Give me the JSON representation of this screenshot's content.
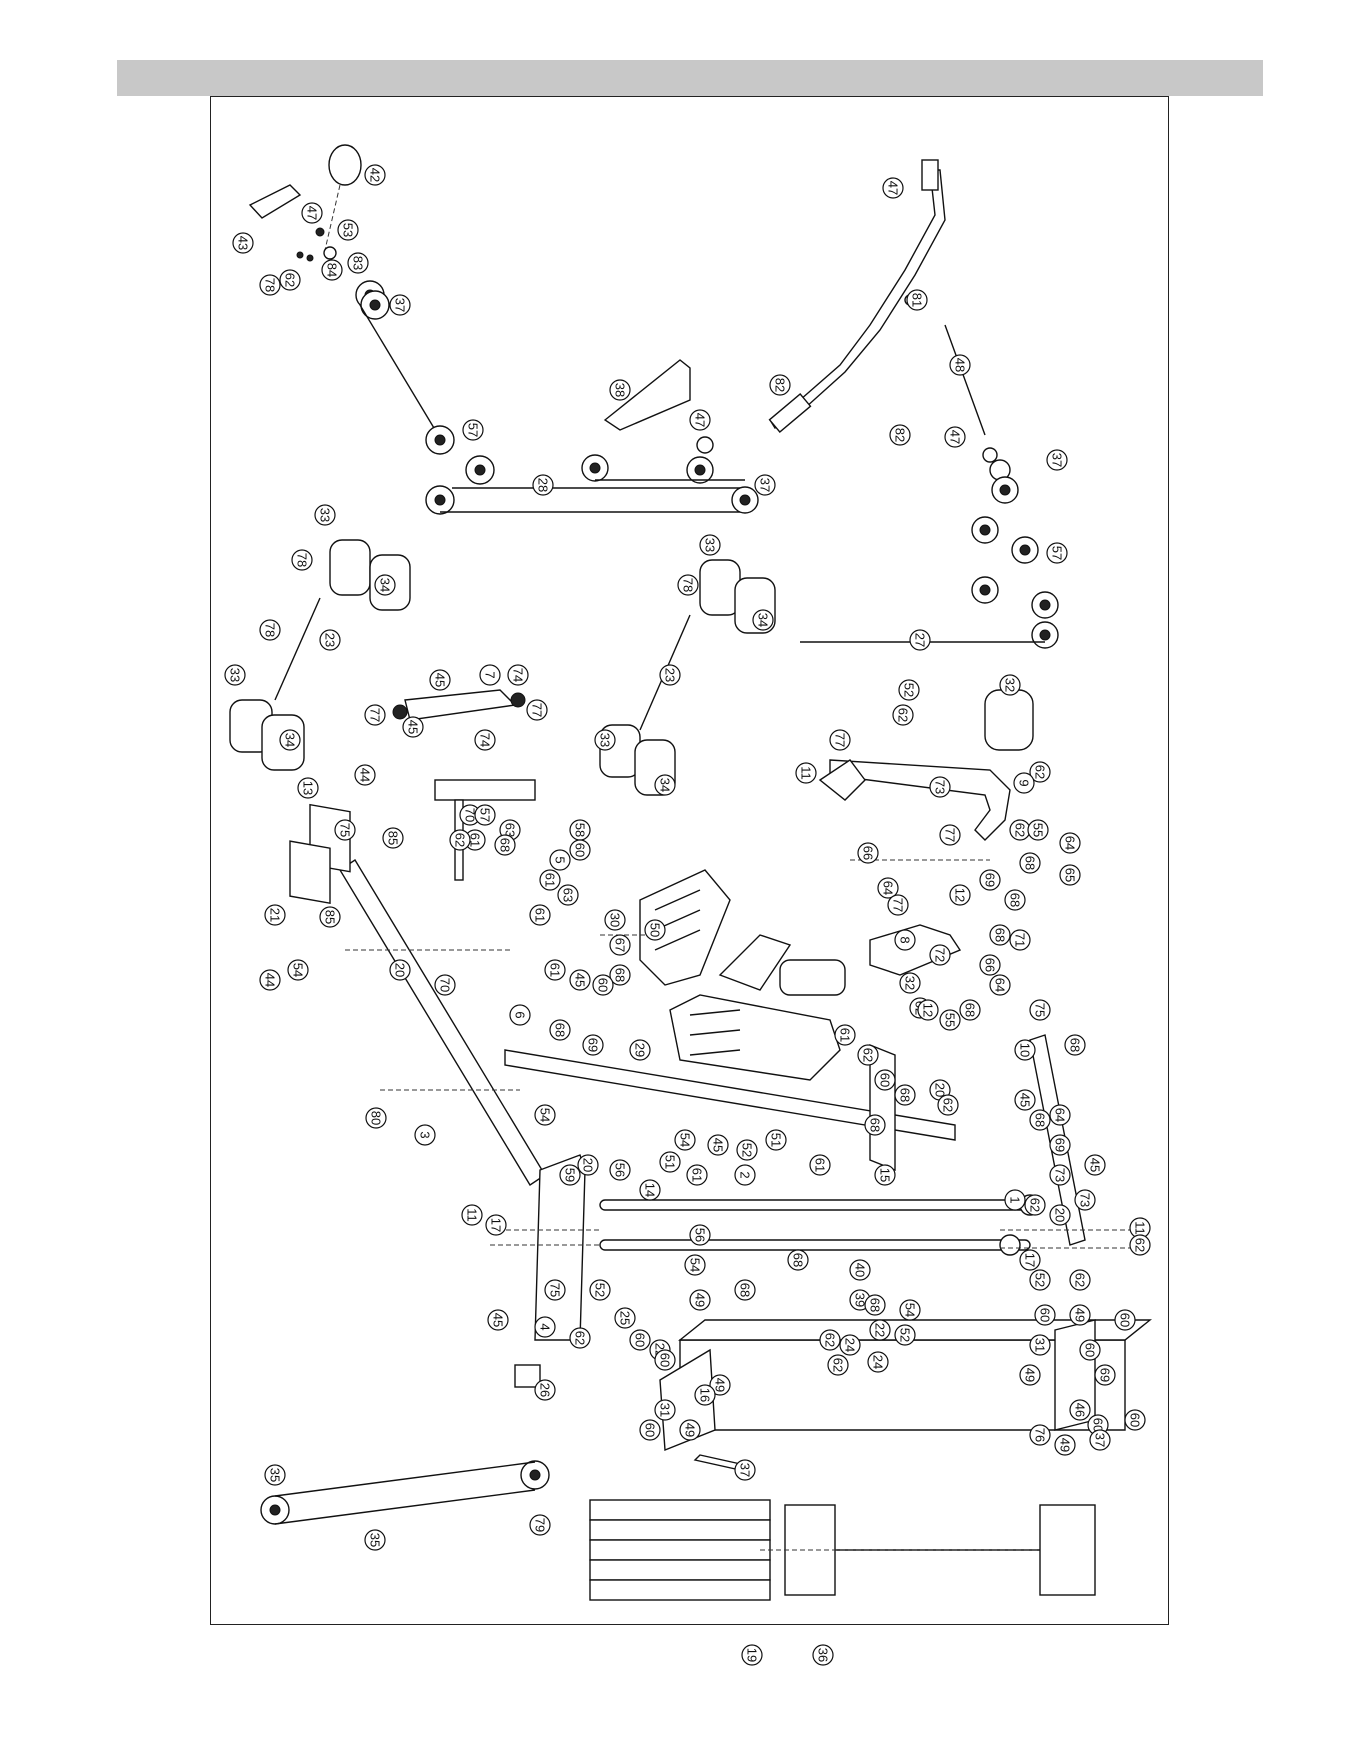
{
  "callouts": [
    "42",
    "43",
    "47",
    "53",
    "83",
    "84",
    "62",
    "78",
    "37",
    "57",
    "38",
    "47",
    "37",
    "28",
    "82",
    "47",
    "81",
    "48",
    "82",
    "47",
    "57",
    "37",
    "27",
    "33",
    "78",
    "34",
    "23",
    "78",
    "33",
    "34",
    "33",
    "78",
    "23",
    "33",
    "34",
    "34",
    "45",
    "7",
    "74",
    "77",
    "77",
    "45",
    "74",
    "32",
    "52",
    "62",
    "62",
    "77",
    "11",
    "9",
    "73",
    "62",
    "55",
    "77",
    "13",
    "44",
    "21",
    "75",
    "85",
    "85",
    "44",
    "54",
    "20",
    "70",
    "57",
    "61",
    "63",
    "58",
    "62",
    "68",
    "60",
    "5",
    "61",
    "63",
    "61",
    "30",
    "50",
    "67",
    "68",
    "61",
    "60",
    "66",
    "64",
    "68",
    "65",
    "64",
    "69",
    "68",
    "77",
    "12",
    "8",
    "68",
    "71",
    "72",
    "66",
    "64",
    "68",
    "62",
    "55",
    "10",
    "32",
    "12",
    "75",
    "45",
    "6",
    "68",
    "69",
    "61",
    "29",
    "62",
    "60",
    "70",
    "80",
    "3",
    "54",
    "20",
    "56",
    "59",
    "68",
    "20",
    "62",
    "45",
    "68",
    "68",
    "64",
    "69",
    "73",
    "45",
    "73",
    "1",
    "20",
    "54",
    "45",
    "52",
    "51",
    "61",
    "2",
    "61",
    "15",
    "51",
    "68",
    "14",
    "56",
    "62",
    "54",
    "17",
    "11",
    "17",
    "11",
    "52",
    "62",
    "62",
    "45",
    "75",
    "52",
    "4",
    "25",
    "62",
    "68",
    "68",
    "40",
    "39",
    "62",
    "68",
    "22",
    "24",
    "62",
    "54",
    "24",
    "52",
    "22",
    "60",
    "49",
    "60",
    "49",
    "16",
    "31",
    "60",
    "49",
    "60",
    "49",
    "60",
    "49",
    "60",
    "31",
    "69",
    "60",
    "49",
    "60",
    "76",
    "46",
    "37",
    "26",
    "37",
    "35",
    "35",
    "79",
    "19",
    "36"
  ]
}
